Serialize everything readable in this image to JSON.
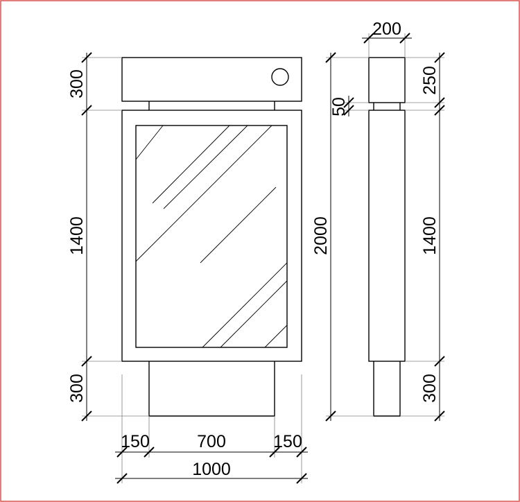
{
  "border_color": "#d9534f",
  "line_color": "#000000",
  "extension_color": "#808080",
  "front_view": {
    "left_dims": [
      "300",
      "1400",
      "300"
    ],
    "bottom_dims": [
      "150",
      "700",
      "150"
    ],
    "overall_width": "1000"
  },
  "side_view": {
    "top_dim": "200",
    "total_height": "2000",
    "neck_dim": "50",
    "right_dims": [
      "250",
      "1400",
      "300"
    ]
  }
}
